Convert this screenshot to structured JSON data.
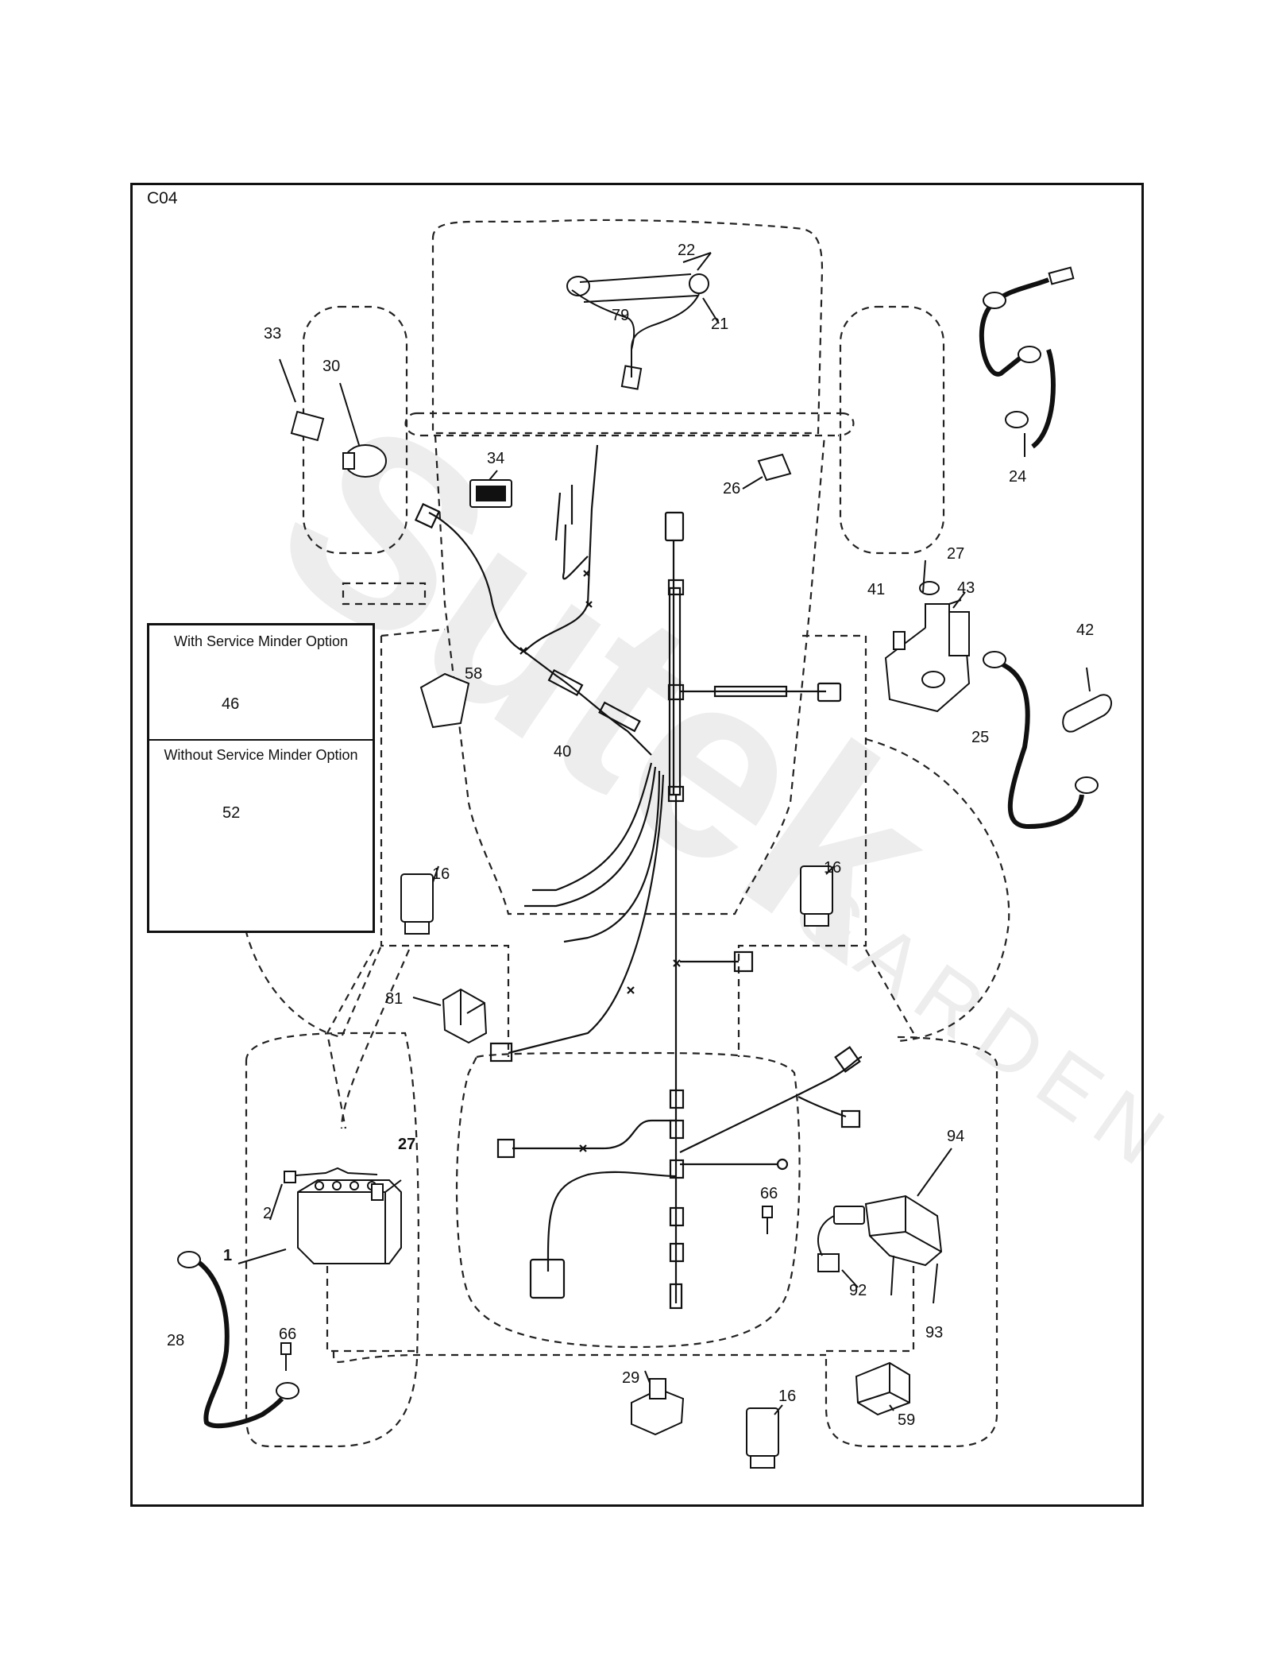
{
  "sheet": {
    "id": "C04"
  },
  "inset": {
    "top_title": "With Service Minder Option",
    "bottom_title": "Without Service Minder Option",
    "top_part": "46",
    "bottom_part": "52"
  },
  "callouts": {
    "c1": "1",
    "c2": "2",
    "c16a": "16",
    "c16b": "16",
    "c16c": "16",
    "c21": "21",
    "c22": "22",
    "c24": "24",
    "c25": "25",
    "c26": "26",
    "c27a": "27",
    "c27b": "27",
    "c28": "28",
    "c29": "29",
    "c30": "30",
    "c33": "33",
    "c34": "34",
    "c40": "40",
    "c41": "41",
    "c42": "42",
    "c43": "43",
    "c58": "58",
    "c59": "59",
    "c66a": "66",
    "c66b": "66",
    "c79": "79",
    "c81": "81",
    "c92": "92",
    "c93": "93",
    "c94": "94"
  },
  "watermark": {
    "brand": "Sutek",
    "sub": "GARDEN"
  },
  "colors": {
    "line": "#111111",
    "dash": "#222222",
    "watermark": "#ececec"
  }
}
